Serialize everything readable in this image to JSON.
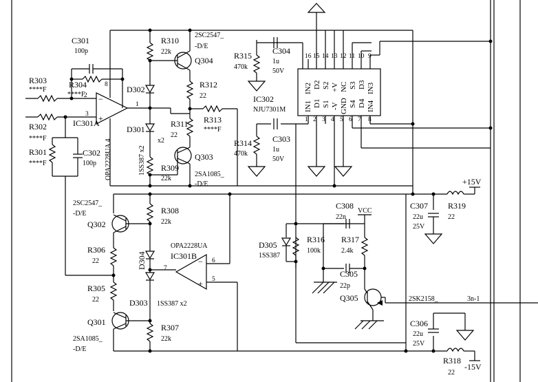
{
  "labels": {
    "c301": "C301",
    "c301_value": "100p",
    "r303": "R303",
    "r303_value": "****F",
    "r304": "R304",
    "r304_value": "****F",
    "r302": "R302",
    "r302_value": "****F",
    "r301": "R301",
    "r301_value": "****F",
    "c302": "C302",
    "c302_value": "100p",
    "ic301a": "IC301A",
    "ic301a_pin1": "1",
    "ic301a_pin2": "2",
    "ic301a_pin3": "3",
    "ic301a_pin8": "8",
    "opa_vertical": "OPA2228UA 4",
    "diode_vertical": "1SS387 x2",
    "d302": "D302",
    "d301": "D301",
    "x2_upper": "x2",
    "r310": "R310",
    "r310_value": "22k",
    "r309": "R309",
    "r309_value": "22k",
    "q304_type": "2SC2547_",
    "q304_suffix": "-D/E",
    "q304": "Q304",
    "r312": "R312",
    "r312_value": "22",
    "r311": "R311",
    "r311_value": "22",
    "r313": "R313",
    "r313_value": "****F",
    "q303": "Q303",
    "q303_type": "2SA1085_",
    "q303_suffix": "-D/E",
    "r315": "R315",
    "r315_value": "470k",
    "c304": "C304",
    "c304_value": "1u",
    "c304_volt": "50V",
    "ic302": "IC302",
    "ic302_type": "NJU7301M",
    "r314": "R314",
    "r314_value": "470k",
    "c303": "C303",
    "c303_value": "1u",
    "c303_volt": "50V",
    "pins_top": [
      "16",
      "15",
      "14",
      "13",
      "12",
      "11",
      "10",
      "9"
    ],
    "pins_bottom": [
      "1",
      "2",
      "3",
      "4",
      "5",
      "6",
      "7",
      "8"
    ],
    "ic_top_names": [
      "IN2",
      "D2",
      "S2",
      "+V",
      "NC",
      "S3",
      "D3",
      "IN3"
    ],
    "ic_bottom_names": [
      "IN1",
      "D1",
      "S1",
      "-V",
      "GND",
      "S4",
      "D4",
      "IN4"
    ],
    "plus15v": "+15V",
    "c307": "C307",
    "c307_value": "22u",
    "c307_volt": "25V",
    "r319": "R319",
    "r319_value": "22",
    "q302_type": "2SC2547_",
    "q302_suffix": "-D/E",
    "q302": "Q302",
    "r306": "R306",
    "r306_value": "22",
    "r305": "R305",
    "r305_value": "22",
    "q301": "Q301",
    "q301_type": "2SA1085_",
    "q301_suffix": "-D/E",
    "r308": "R308",
    "r308_value": "22k",
    "d304": "D304",
    "d303": "D303",
    "d303_type": "1SS387  x2",
    "r307": "R307",
    "r307_value": "22k",
    "ic301b_type": "OPA2228UA",
    "ic301b": "IC301B",
    "ic301b_pin5": "5",
    "ic301b_pin6": "6",
    "ic301b_pin7": "7",
    "c308": "C308",
    "vcc": "VCC",
    "c308_value": "22n",
    "d305": "D305",
    "d305_type": "1SS387",
    "r316": "R316",
    "r316_value": "100k",
    "r317": "R317",
    "r317_value": "2.4k",
    "c305": "C305",
    "c305_value": "22p",
    "q305": "Q305",
    "q305_type": "2SK2158_",
    "net_3n1": "3n-1",
    "c306": "C306",
    "c306_value": "22u",
    "c306_volt": "25V",
    "r318": "R318",
    "r318_value": "22",
    "minus15v": "-15V"
  }
}
